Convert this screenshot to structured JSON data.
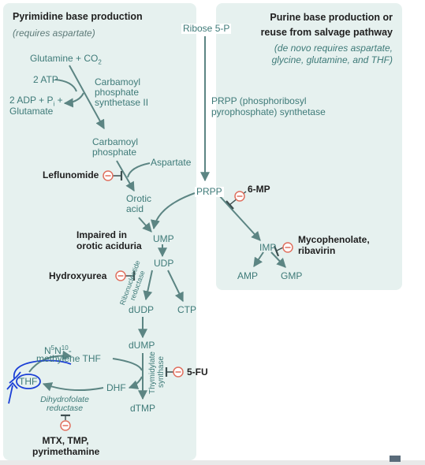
{
  "left_panel": {
    "title": "Pyrimidine base production",
    "subtitle": "(requires aspartate)"
  },
  "right_panel": {
    "title_line1": "Purine base production or",
    "title_line2": "reuse from salvage pathway",
    "subtitle_line1": "(de novo requires aspartate,",
    "subtitle_line2": "glycine, glutamine, and THF)"
  },
  "nodes": {
    "glutamine_co2": "Glutamine + CO",
    "glutamine_co2_sub": "2",
    "atp": "2 ATP",
    "adp_line1_pre": "2 ADP + P",
    "adp_line1_sub": "i",
    "adp_line1_post": " +",
    "adp_line2": "Glutamate",
    "cps2_line1": "Carbamoyl",
    "cps2_line2": "phosphate",
    "cps2_line3": "synthetase II",
    "carbamoyl_phosphate_line1": "Carbamoyl",
    "carbamoyl_phosphate_line2": "phosphate",
    "aspartate": "Aspartate",
    "leflunomide": "Leflunomide",
    "orotic_acid_line1": "Orotic",
    "orotic_acid_line2": "acid",
    "ribose5p": "Ribose 5-P",
    "prpp_synthetase_line1": "PRPP (phosphoribosyl",
    "prpp_synthetase_line2": "pyrophosphate) synthetase",
    "prpp": "PRPP",
    "six_mp": "6-MP",
    "impaired_line1": "Impaired in",
    "impaired_line2": "orotic aciduria",
    "ump": "UMP",
    "imp": "IMP",
    "mycophenolate_line1": "Mycophenolate,",
    "mycophenolate_line2": "ribavirin",
    "udp": "UDP",
    "amp": "AMP",
    "gmp": "GMP",
    "hydroxyurea": "Hydroxyurea",
    "ribonucleotide_reductase_line1": "Ribonucleotide",
    "ribonucleotide_reductase_line2": "reductase",
    "dudp": "dUDP",
    "ctp": "CTP",
    "dump": "dUMP",
    "n5n10_pre": "N",
    "n5n10_sup1": "5",
    "n5n10_mid": "N",
    "n5n10_sup2": "10",
    "n5n10_post": "-",
    "methylene_thf": "methylene THF",
    "thymidylate_synthase_line1": "Thymidylate",
    "thymidylate_synthase_line2": "synthase",
    "five_fu": "5-FU",
    "thf": "THF",
    "dhf": "DHF",
    "dihydrofolate_reductase_line1": "Dihydrofolate",
    "dihydrofolate_reductase_line2": "reductase",
    "dtmp": "dTMP",
    "mtx_line1": "MTX, TMP,",
    "mtx_line2": "pyrimethamine"
  },
  "colors": {
    "panel_bg": "#e6f1ef",
    "teal_text": "#3e7a78",
    "arrow": "#5c8583",
    "inhibitor": "#e0705f",
    "handwriting": "#1b3fd6",
    "label_black": "#1f1f1f"
  }
}
